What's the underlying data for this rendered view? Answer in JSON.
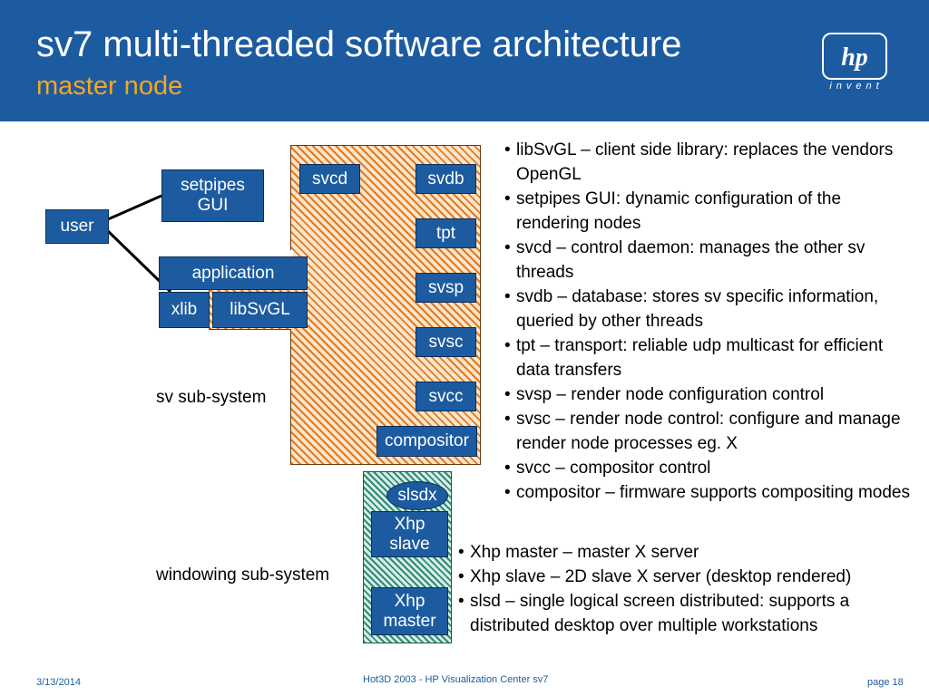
{
  "header": {
    "title": "sv7 multi-threaded software architecture",
    "subtitle": "master node",
    "logo_text": "hp",
    "logo_tagline": "invent"
  },
  "diagram": {
    "user": "user",
    "setpipes_gui": "setpipes GUI",
    "application": "application",
    "xlib": "xlib",
    "libsvgl": "libSvGL",
    "svcd": "svcd",
    "svdb": "svdb",
    "tpt": "tpt",
    "svsp": "svsp",
    "svsc": "svsc",
    "svcc": "svcc",
    "compositor": "compositor",
    "slsdx": "slsdx",
    "xhp_slave": "Xhp slave",
    "xhp_master": "Xhp master",
    "sv_subsystem_label": "sv sub-system",
    "windowing_subsystem_label": "windowing sub-system"
  },
  "bullets_sv": [
    "libSvGL – client side library: replaces the vendors OpenGL",
    "setpipes GUI: dynamic configuration of the rendering nodes",
    "svcd – control daemon: manages the other sv threads",
    "svdb – database: stores sv specific information, queried by other threads",
    "tpt – transport: reliable udp multicast for efficient data transfers",
    "svsp – render node configuration control",
    "svsc – render node control: configure and manage render node processes eg. X",
    "svcc – compositor control",
    "compositor – firmware supports compositing modes"
  ],
  "bullets_windowing": [
    "Xhp master – master X server",
    "Xhp slave – 2D slave X server (desktop rendered)",
    "slsd – single logical screen distributed: supports a distributed desktop over multiple workstations"
  ],
  "footer": {
    "date": "3/13/2014",
    "center": "Hot3D 2003 - HP Visualization Center sv7",
    "page": "page 18"
  }
}
